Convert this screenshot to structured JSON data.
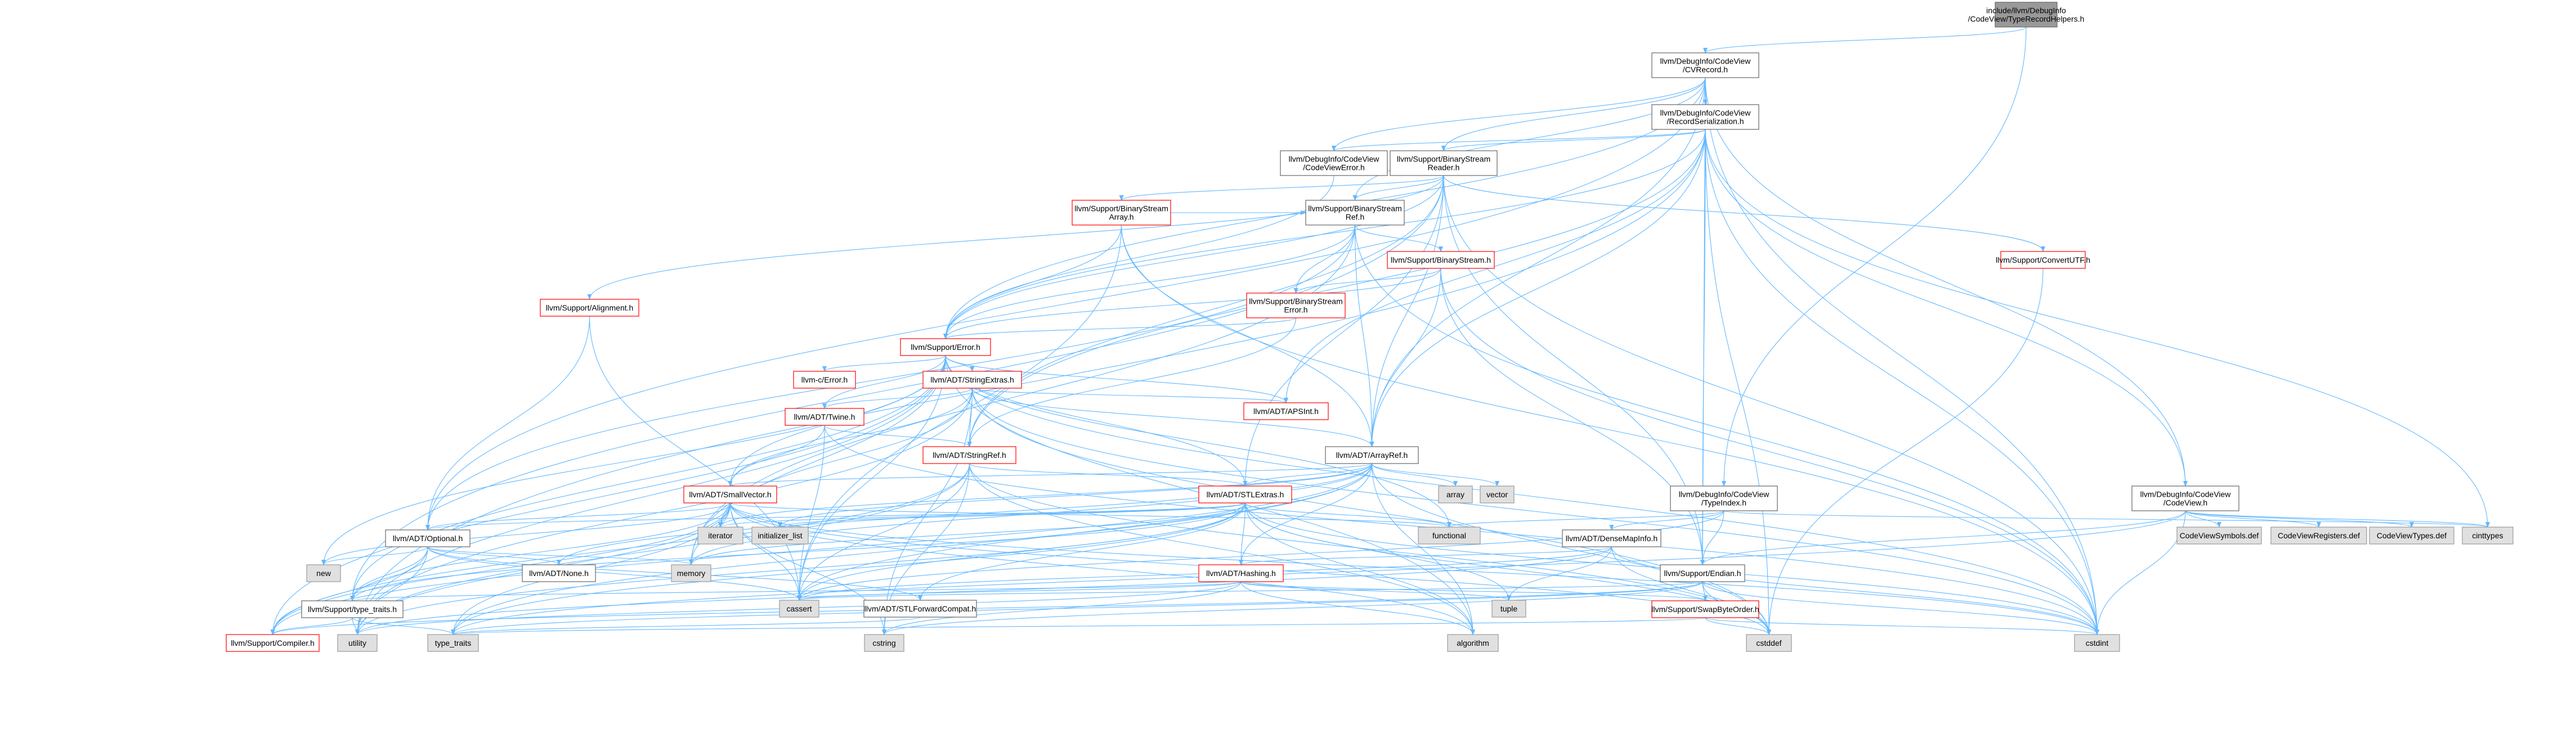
{
  "colors": {
    "edge": "#63b8ff",
    "root_fill": "#999999",
    "local_fill": "#ffffff",
    "system_fill": "#e0e0e0",
    "normal_border": "#666666",
    "incomplete_border": "#ff0000",
    "system_border": "#999999"
  },
  "nodes": [
    {
      "id": "root",
      "label": [
        "include/llvm/DebugInfo",
        "/CodeView/TypeRecordHelpers.h"
      ],
      "kind": "root"
    },
    {
      "id": "cvrecord",
      "label": [
        "llvm/DebugInfo/CodeView",
        "/CVRecord.h"
      ],
      "kind": "normal"
    },
    {
      "id": "recser",
      "label": [
        "llvm/DebugInfo/CodeView",
        "/RecordSerialization.h"
      ],
      "kind": "normal"
    },
    {
      "id": "cverror",
      "label": [
        "llvm/DebugInfo/CodeView",
        "/CodeViewError.h"
      ],
      "kind": "normal"
    },
    {
      "id": "bsreader",
      "label": [
        "llvm/Support/BinaryStream",
        "Reader.h"
      ],
      "kind": "normal"
    },
    {
      "id": "bsarray",
      "label": [
        "llvm/Support/BinaryStream",
        "Array.h"
      ],
      "kind": "incomplete"
    },
    {
      "id": "bsref",
      "label": [
        "llvm/Support/BinaryStream",
        "Ref.h"
      ],
      "kind": "normal"
    },
    {
      "id": "bstream",
      "label": [
        "llvm/Support/BinaryStream.h"
      ],
      "kind": "incomplete"
    },
    {
      "id": "bserror",
      "label": [
        "llvm/Support/BinaryStream",
        "Error.h"
      ],
      "kind": "incomplete"
    },
    {
      "id": "convutf",
      "label": [
        "llvm/Support/ConvertUTF.h"
      ],
      "kind": "incomplete"
    },
    {
      "id": "alignment",
      "label": [
        "llvm/Support/Alignment.h"
      ],
      "kind": "incomplete"
    },
    {
      "id": "error",
      "label": [
        "llvm/Support/Error.h"
      ],
      "kind": "incomplete"
    },
    {
      "id": "cerror",
      "label": [
        "llvm-c/Error.h"
      ],
      "kind": "incomplete"
    },
    {
      "id": "strextras",
      "label": [
        "llvm/ADT/StringExtras.h"
      ],
      "kind": "incomplete"
    },
    {
      "id": "apsint",
      "label": [
        "llvm/ADT/APSInt.h"
      ],
      "kind": "incomplete"
    },
    {
      "id": "twine",
      "label": [
        "llvm/ADT/Twine.h"
      ],
      "kind": "incomplete"
    },
    {
      "id": "strref",
      "label": [
        "llvm/ADT/StringRef.h"
      ],
      "kind": "incomplete"
    },
    {
      "id": "arrayref",
      "label": [
        "llvm/ADT/ArrayRef.h"
      ],
      "kind": "normal"
    },
    {
      "id": "smallvec",
      "label": [
        "llvm/ADT/SmallVector.h"
      ],
      "kind": "incomplete"
    },
    {
      "id": "stlextras",
      "label": [
        "llvm/ADT/STLExtras.h"
      ],
      "kind": "incomplete"
    },
    {
      "id": "typeindex",
      "label": [
        "llvm/DebugInfo/CodeView",
        "/TypeIndex.h"
      ],
      "kind": "normal"
    },
    {
      "id": "codeview",
      "label": [
        "llvm/DebugInfo/CodeView",
        "/CodeView.h"
      ],
      "kind": "normal"
    },
    {
      "id": "optional",
      "label": [
        "llvm/ADT/Optional.h"
      ],
      "kind": "normal"
    },
    {
      "id": "densemapinfo",
      "label": [
        "llvm/ADT/DenseMapInfo.h"
      ],
      "kind": "normal"
    },
    {
      "id": "hashing",
      "label": [
        "llvm/ADT/Hashing.h"
      ],
      "kind": "incomplete"
    },
    {
      "id": "endian",
      "label": [
        "llvm/Support/Endian.h"
      ],
      "kind": "normal"
    },
    {
      "id": "swaporder",
      "label": [
        "llvm/Support/SwapByteOrder.h"
      ],
      "kind": "incomplete"
    },
    {
      "id": "none",
      "label": [
        "llvm/ADT/None.h"
      ],
      "kind": "normal"
    },
    {
      "id": "stlfwd",
      "label": [
        "llvm/ADT/STLForwardCompat.h"
      ],
      "kind": "normal"
    },
    {
      "id": "typetraits",
      "label": [
        "llvm/Support/type_traits.h"
      ],
      "kind": "normal"
    },
    {
      "id": "compiler",
      "label": [
        "llvm/Support/Compiler.h"
      ],
      "kind": "incomplete"
    },
    {
      "id": "array",
      "label": [
        "array"
      ],
      "kind": "system"
    },
    {
      "id": "vector",
      "label": [
        "vector"
      ],
      "kind": "system"
    },
    {
      "id": "iterator",
      "label": [
        "iterator"
      ],
      "kind": "system"
    },
    {
      "id": "initlist",
      "label": [
        "initializer_list"
      ],
      "kind": "system"
    },
    {
      "id": "functional",
      "label": [
        "functional"
      ],
      "kind": "system"
    },
    {
      "id": "new",
      "label": [
        "new"
      ],
      "kind": "system"
    },
    {
      "id": "memory",
      "label": [
        "memory"
      ],
      "kind": "system"
    },
    {
      "id": "cassert",
      "label": [
        "cassert"
      ],
      "kind": "system"
    },
    {
      "id": "cstring",
      "label": [
        "cstring"
      ],
      "kind": "system"
    },
    {
      "id": "algorithm",
      "label": [
        "algorithm"
      ],
      "kind": "system"
    },
    {
      "id": "tuple",
      "label": [
        "tuple"
      ],
      "kind": "system"
    },
    {
      "id": "utility",
      "label": [
        "utility"
      ],
      "kind": "system"
    },
    {
      "id": "typetraitsstd",
      "label": [
        "type_traits"
      ],
      "kind": "system"
    },
    {
      "id": "cstddef",
      "label": [
        "cstddef"
      ],
      "kind": "system"
    },
    {
      "id": "cstdint",
      "label": [
        "cstdint"
      ],
      "kind": "system"
    },
    {
      "id": "cvsymbols",
      "label": [
        "CodeViewSymbols.def"
      ],
      "kind": "system"
    },
    {
      "id": "cvregisters",
      "label": [
        "CodeViewRegisters.def"
      ],
      "kind": "system"
    },
    {
      "id": "cvtypes",
      "label": [
        "CodeViewTypes.def"
      ],
      "kind": "system"
    },
    {
      "id": "cinttypes",
      "label": [
        "cinttypes"
      ],
      "kind": "system"
    }
  ],
  "edges": [
    [
      "root",
      "cvrecord"
    ],
    [
      "root",
      "typeindex"
    ],
    [
      "cvrecord",
      "recser"
    ],
    [
      "cvrecord",
      "cverror"
    ],
    [
      "cvrecord",
      "bsreader"
    ],
    [
      "cvrecord",
      "bsref"
    ],
    [
      "cvrecord",
      "error"
    ],
    [
      "cvrecord",
      "arrayref"
    ],
    [
      "cvrecord",
      "optional"
    ],
    [
      "cvrecord",
      "codeview"
    ],
    [
      "cvrecord",
      "endian"
    ],
    [
      "cvrecord",
      "cstdint"
    ],
    [
      "recser",
      "cverror"
    ],
    [
      "recser",
      "bsreader"
    ],
    [
      "recser",
      "apsint"
    ],
    [
      "recser",
      "arrayref"
    ],
    [
      "recser",
      "strref"
    ],
    [
      "recser",
      "codeview"
    ],
    [
      "recser",
      "endian"
    ],
    [
      "recser",
      "error"
    ],
    [
      "recser",
      "cinttypes"
    ],
    [
      "recser",
      "cstdint"
    ],
    [
      "recser",
      "cstddef"
    ],
    [
      "recser",
      "utility"
    ],
    [
      "cverror",
      "error"
    ],
    [
      "bsreader",
      "bsarray"
    ],
    [
      "bsreader",
      "bsref"
    ],
    [
      "bsreader",
      "convutf"
    ],
    [
      "bsreader",
      "alignment"
    ],
    [
      "bsreader",
      "arrayref"
    ],
    [
      "bsreader",
      "strref"
    ],
    [
      "bsreader",
      "endian"
    ],
    [
      "bsreader",
      "error"
    ],
    [
      "bsreader",
      "typetraits"
    ],
    [
      "bsreader",
      "stlextras"
    ],
    [
      "bsreader",
      "cstdint"
    ],
    [
      "bsarray",
      "bsref"
    ],
    [
      "bsarray",
      "arrayref"
    ],
    [
      "bsarray",
      "error"
    ],
    [
      "bsarray",
      "cassert"
    ],
    [
      "bsarray",
      "cstdint"
    ],
    [
      "bsref",
      "bstream"
    ],
    [
      "bsref",
      "bserror"
    ],
    [
      "bsref",
      "arrayref"
    ],
    [
      "bsref",
      "optional"
    ],
    [
      "bsref",
      "error"
    ],
    [
      "bsref",
      "cstdint"
    ],
    [
      "bsref",
      "memory"
    ],
    [
      "bstream",
      "bserror"
    ],
    [
      "bstream",
      "arrayref"
    ],
    [
      "bstream",
      "error"
    ],
    [
      "bstream",
      "endian"
    ],
    [
      "bstream",
      "cstdint"
    ],
    [
      "bserror",
      "error"
    ],
    [
      "bserror",
      "strref"
    ],
    [
      "convutf",
      "cstddef"
    ],
    [
      "alignment",
      "optional"
    ],
    [
      "alignment",
      "cassert"
    ],
    [
      "error",
      "cerror"
    ],
    [
      "error",
      "strextras"
    ],
    [
      "error",
      "apsint"
    ],
    [
      "error",
      "twine"
    ],
    [
      "error",
      "smallvec"
    ],
    [
      "error",
      "stlextras"
    ],
    [
      "error",
      "typetraits"
    ],
    [
      "error",
      "compiler"
    ],
    [
      "error",
      "functional"
    ],
    [
      "error",
      "new"
    ],
    [
      "error",
      "memory"
    ],
    [
      "error",
      "cassert"
    ],
    [
      "error",
      "utility"
    ],
    [
      "error",
      "algorithm"
    ],
    [
      "error",
      "cstdint"
    ],
    [
      "error",
      "string"
    ],
    [
      "strextras",
      "apsint"
    ],
    [
      "strextras",
      "arrayref"
    ],
    [
      "strextras",
      "smallvec"
    ],
    [
      "strextras",
      "strref"
    ],
    [
      "strextras",
      "twine"
    ],
    [
      "strextras",
      "iterator"
    ],
    [
      "strextras",
      "cstddef"
    ],
    [
      "strextras",
      "cstdint"
    ],
    [
      "strextras",
      "cstring"
    ],
    [
      "strextras",
      "utility"
    ],
    [
      "twine",
      "smallvec"
    ],
    [
      "twine",
      "strref"
    ],
    [
      "twine",
      "cassert"
    ],
    [
      "twine",
      "cstdint"
    ],
    [
      "strref",
      "stlextras"
    ],
    [
      "strref",
      "compiler"
    ],
    [
      "strref",
      "algorithm"
    ],
    [
      "strref",
      "cassert"
    ],
    [
      "strref",
      "cstddef"
    ],
    [
      "strref",
      "cstring"
    ],
    [
      "strref",
      "type_traits"
    ],
    [
      "strref",
      "utility"
    ],
    [
      "arrayref",
      "hashing"
    ],
    [
      "arrayref",
      "none"
    ],
    [
      "arrayref",
      "smallvec"
    ],
    [
      "arrayref",
      "stlextras"
    ],
    [
      "arrayref",
      "compiler"
    ],
    [
      "arrayref",
      "algorithm"
    ],
    [
      "arrayref",
      "array"
    ],
    [
      "arrayref",
      "cassert"
    ],
    [
      "arrayref",
      "cstddef"
    ],
    [
      "arrayref",
      "initlist"
    ],
    [
      "arrayref",
      "iterator"
    ],
    [
      "arrayref",
      "memory"
    ],
    [
      "arrayref",
      "vector"
    ],
    [
      "arrayref",
      "typetraitsstd"
    ],
    [
      "smallvec",
      "compiler"
    ],
    [
      "smallvec",
      "typetraits"
    ],
    [
      "smallvec",
      "algorithm"
    ],
    [
      "smallvec",
      "cassert"
    ],
    [
      "smallvec",
      "cstddef"
    ],
    [
      "smallvec",
      "cstdint"
    ],
    [
      "smallvec",
      "cstring"
    ],
    [
      "smallvec",
      "functional"
    ],
    [
      "smallvec",
      "initlist"
    ],
    [
      "smallvec",
      "iterator"
    ],
    [
      "smallvec",
      "memory"
    ],
    [
      "smallvec",
      "new"
    ],
    [
      "smallvec",
      "typetraitsstd"
    ],
    [
      "smallvec",
      "utility"
    ],
    [
      "smallvec",
      "optional"
    ],
    [
      "stlextras",
      "hashing"
    ],
    [
      "stlextras",
      "optional"
    ],
    [
      "stlextras",
      "stlfwd"
    ],
    [
      "stlextras",
      "typetraits"
    ],
    [
      "stlextras",
      "algorithm"
    ],
    [
      "stlextras",
      "cassert"
    ],
    [
      "stlextras",
      "cstddef"
    ],
    [
      "stlextras",
      "cstdint"
    ],
    [
      "stlextras",
      "functional"
    ],
    [
      "stlextras",
      "initlist"
    ],
    [
      "stlextras",
      "iterator"
    ],
    [
      "stlextras",
      "memory"
    ],
    [
      "stlextras",
      "tuple"
    ],
    [
      "stlextras",
      "typetraitsstd"
    ],
    [
      "stlextras",
      "utility"
    ],
    [
      "typeindex",
      "densemapinfo"
    ],
    [
      "typeindex",
      "endian"
    ],
    [
      "typeindex",
      "cassert"
    ],
    [
      "typeindex",
      "cinttypes"
    ],
    [
      "typeindex",
      "functional"
    ],
    [
      "codeview",
      "cvsymbols"
    ],
    [
      "codeview",
      "cvregisters"
    ],
    [
      "codeview",
      "cvtypes"
    ],
    [
      "codeview",
      "endian"
    ],
    [
      "codeview",
      "cinttypes"
    ],
    [
      "codeview",
      "typetraitsstd"
    ],
    [
      "codeview",
      "cstdint"
    ],
    [
      "optional",
      "none"
    ],
    [
      "optional",
      "stlfwd"
    ],
    [
      "optional",
      "compiler"
    ],
    [
      "optional",
      "typetraits"
    ],
    [
      "optional",
      "cassert"
    ],
    [
      "optional",
      "memory"
    ],
    [
      "optional",
      "new"
    ],
    [
      "optional",
      "utility"
    ],
    [
      "densemapinfo",
      "hashing"
    ],
    [
      "densemapinfo",
      "cassert"
    ],
    [
      "densemapinfo",
      "cstddef"
    ],
    [
      "densemapinfo",
      "cstdint"
    ],
    [
      "densemapinfo",
      "tuple"
    ],
    [
      "densemapinfo",
      "utility"
    ],
    [
      "hashing",
      "swaporder"
    ],
    [
      "hashing",
      "typetraits"
    ],
    [
      "hashing",
      "algorithm"
    ],
    [
      "hashing",
      "cassert"
    ],
    [
      "hashing",
      "cstring"
    ],
    [
      "hashing",
      "string"
    ],
    [
      "hashing",
      "tuple"
    ],
    [
      "hashing",
      "utility"
    ],
    [
      "endian",
      "swaporder"
    ],
    [
      "endian",
      "compiler"
    ],
    [
      "endian",
      "cassert"
    ],
    [
      "endian",
      "cstddef"
    ],
    [
      "endian",
      "cstdint"
    ],
    [
      "endian",
      "cstring"
    ],
    [
      "endian",
      "typetraitsstd"
    ],
    [
      "swaporder",
      "cstddef"
    ],
    [
      "swaporder",
      "cstdint"
    ],
    [
      "swaporder",
      "typetraitsstd"
    ],
    [
      "stlfwd",
      "typetraitsstd"
    ],
    [
      "typetraits",
      "compiler"
    ],
    [
      "typetraits",
      "typetraitsstd"
    ],
    [
      "typetraits",
      "utility"
    ]
  ]
}
